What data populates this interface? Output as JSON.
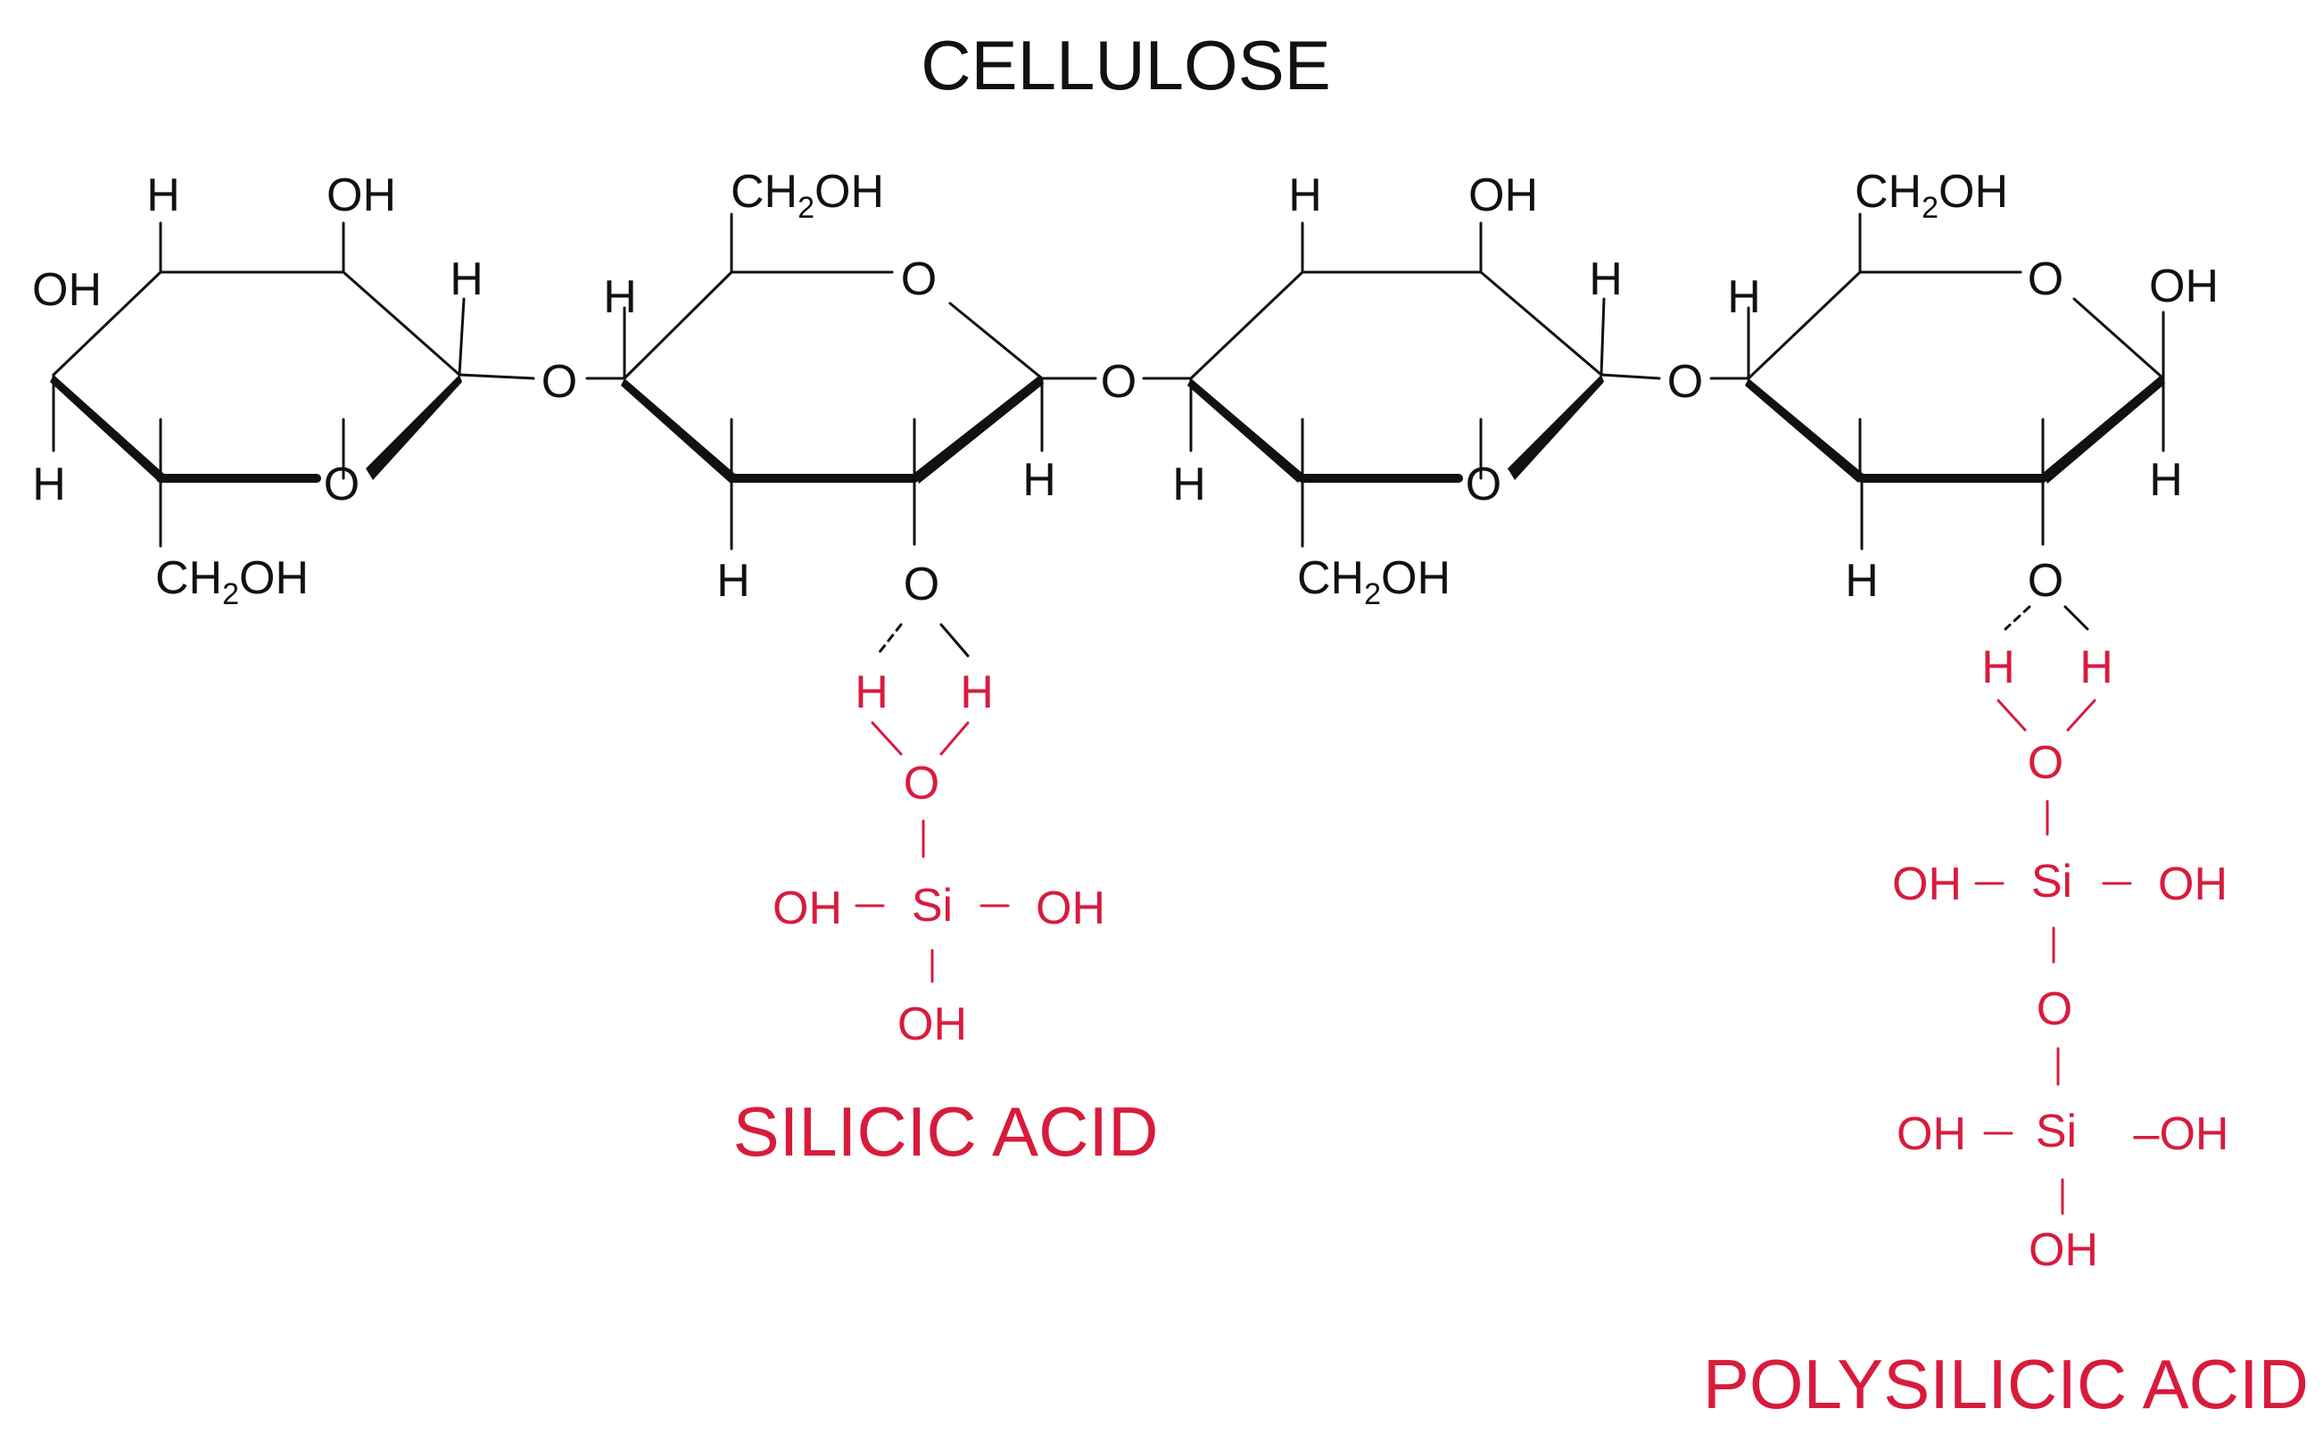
{
  "title": "CELLULOSE",
  "colors": {
    "cellulose": "#111111",
    "silica": "#d81b3c"
  },
  "cellulose": {
    "ring1": {
      "top_left_h": "H",
      "top_right_oh": "OH",
      "left_oh": "OH",
      "right_h": "H",
      "bottom_left_h": "H",
      "ring_o": "O",
      "ch2oh_pre": "CH",
      "ch2oh_sub": "2",
      "ch2oh_post": "OH"
    },
    "link1": {
      "o": "O"
    },
    "ring2": {
      "ch2oh_pre": "CH",
      "ch2oh_sub": "2",
      "ch2oh_post": "OH",
      "left_h": "H",
      "ring_o": "O",
      "bottom_h": "H",
      "right_h": "H",
      "lower_o": "O"
    },
    "link2": {
      "o": "O"
    },
    "ring3": {
      "top_left_h": "H",
      "top_right_oh": "OH",
      "right_h": "H",
      "left_h": "H",
      "ring_o": "O",
      "ch2oh_pre": "CH",
      "ch2oh_sub": "2",
      "ch2oh_post": "OH"
    },
    "link3": {
      "o": "O"
    },
    "ring4": {
      "ch2oh_pre": "CH",
      "ch2oh_sub": "2",
      "ch2oh_post": "OH",
      "left_h": "H",
      "ring_o": "O",
      "right_oh": "OH",
      "bottom_h": "H",
      "right_h": "H",
      "lower_o": "O"
    }
  },
  "silicic_acid": {
    "label": "SILICIC ACID",
    "h_left": "H",
    "h_right": "H",
    "o": "O",
    "oh_left": "OH",
    "si": "Si",
    "oh_right": "OH",
    "oh_bottom": "OH"
  },
  "polysilicic_acid": {
    "label": "POLYSILICIC ACID",
    "h_left": "H",
    "h_right": "H",
    "o_top": "O",
    "oh_left_1": "OH",
    "si_1": "Si",
    "oh_right_1": "OH",
    "o_bridge": "O",
    "oh_left_2": "OH",
    "si_2": "Si",
    "oh_right_2": "–OH",
    "oh_bottom": "OH"
  }
}
